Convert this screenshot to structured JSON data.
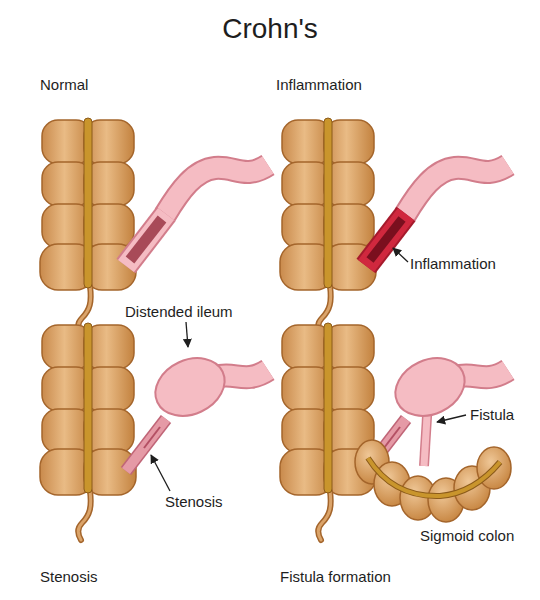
{
  "diagram": {
    "title": "Crohn's",
    "labels": [
      "Normal",
      "Inflammation",
      "Inflammation",
      "Distended ileum",
      "Stenosis",
      "Fistula",
      "Sigmoid colon",
      "Stenosis",
      "Fistula formation"
    ]
  }
}
